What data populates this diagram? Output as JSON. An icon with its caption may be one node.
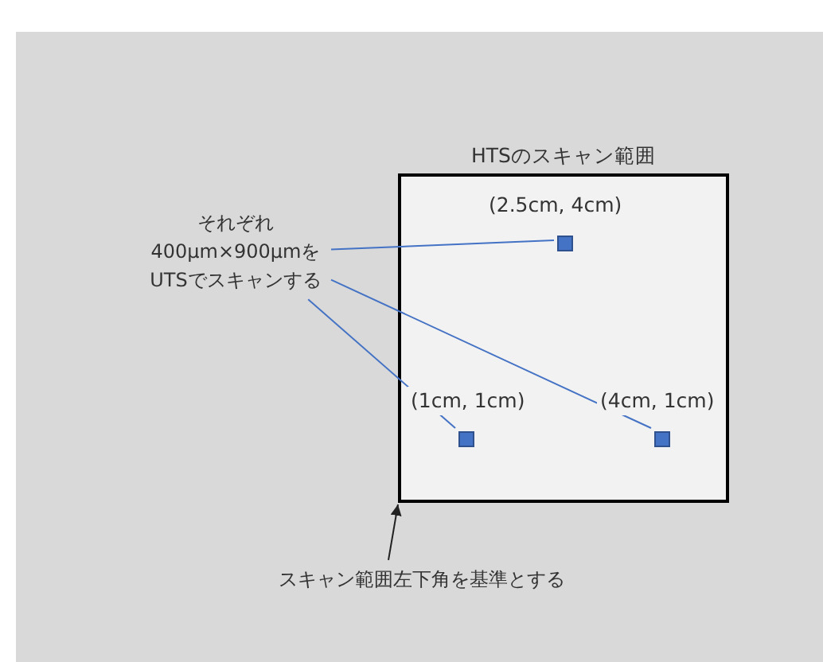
{
  "diagram": {
    "nodes": [
      {
        "text": [
          "HTSのスキャン範囲"
        ]
      },
      {
        "text": [],
        "shape": "box",
        "in": 0,
        "beside": [
          "(2.5cm, 4cm)"
        ]
      },
      {
        "text": [],
        "shape": "box",
        "in": 0,
        "beside": [
          "(1cm, 1cm)"
        ]
      },
      {
        "text": [],
        "shape": "box",
        "in": 0,
        "beside": [
          "(4cm, 1cm)"
        ]
      },
      {
        "text": [
          "それぞれ400μm×900μmをUTSでスキャンする"
        ]
      },
      {
        "text": [
          "スキャン範囲左下角を基準とする"
        ]
      }
    ],
    "edges": [
      {
        "from": 4,
        "to": 1,
        "arrow": "none"
      },
      {
        "from": 4,
        "to": 3,
        "arrow": "none"
      },
      {
        "from": 4,
        "to": 2,
        "arrow": "none"
      },
      {
        "from": 5,
        "to": 0,
        "arrow": "to",
        "color": "#222222"
      }
    ]
  }
}
